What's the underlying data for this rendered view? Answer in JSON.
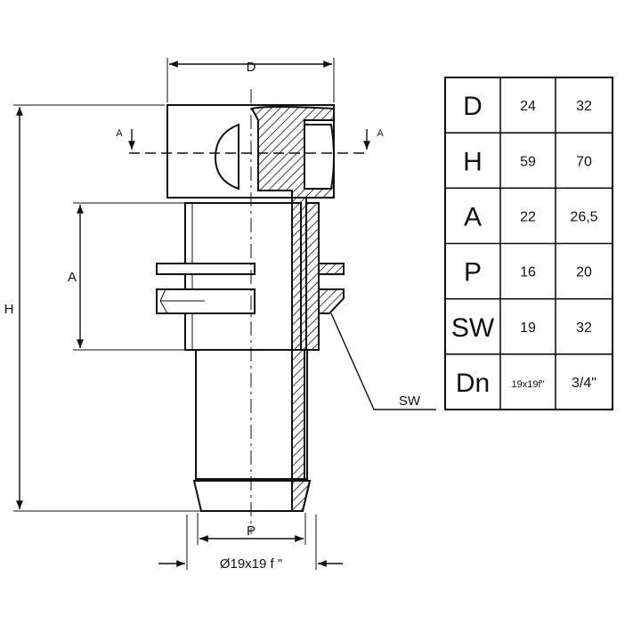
{
  "drawing": {
    "dimension_labels": {
      "D": "D",
      "H": "H",
      "A": "A",
      "P": "P",
      "section_left": "A",
      "section_right": "A",
      "SW": "SW",
      "hose": "Ø19x19 f \""
    }
  },
  "table": {
    "rows": [
      {
        "param": "D",
        "v1": "24",
        "v2": "32"
      },
      {
        "param": "H",
        "v1": "59",
        "v2": "70"
      },
      {
        "param": "A",
        "v1": "22",
        "v2": "26,5"
      },
      {
        "param": "P",
        "v1": "16",
        "v2": "20"
      },
      {
        "param": "SW",
        "v1": "19",
        "v2": "32"
      },
      {
        "param": "Dn",
        "v1": "19x19f\"",
        "v2": "3/4\""
      }
    ]
  }
}
